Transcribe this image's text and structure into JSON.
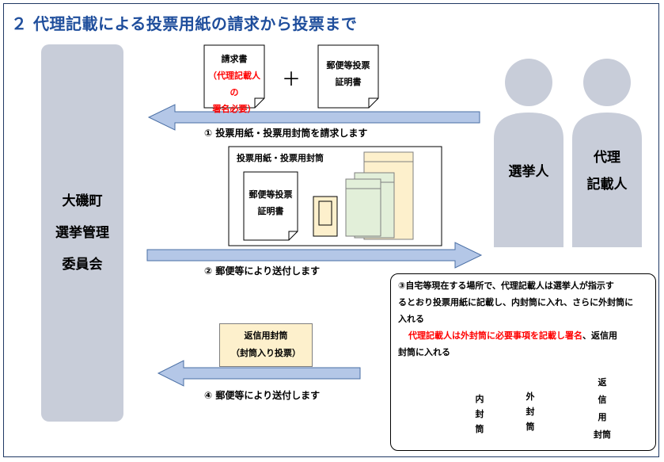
{
  "title": "２  代理記載による投票用紙の請求から投票まで",
  "committee": {
    "line1": "大磯町",
    "line2": "選挙管理",
    "line3": "委員会"
  },
  "request_doc": {
    "line1": "請求書",
    "line2": "（代理記載人の",
    "line3": "署名必要）"
  },
  "plus": "＋",
  "cert_doc": {
    "line1": "郵便等投票",
    "line2": "証明書"
  },
  "voter": "選挙人",
  "proxy": {
    "line1": "代理",
    "line2": "記載人"
  },
  "step1": "①  投票用紙・投票用封筒を請求します",
  "package": {
    "title": "投票用紙・投票用封筒",
    "cert_line1": "郵便等投票",
    "cert_line2": "証明書"
  },
  "step2": "②  郵便等により送付します",
  "return_envelope": {
    "line1": "返信用封筒",
    "line2": "（封筒入り投票）"
  },
  "step4": "④  郵便等により送付します",
  "step3": {
    "line1": "③自宅等現在する場所で、代理記載人は選挙人が指示す",
    "line2": "るとおり投票用紙に記載し、内封筒に入れ、さらに外封筒に",
    "line3": "入れる",
    "red_line": "代理記載人は外封筒に必要事項を記載し署名",
    "after_red": "、返信用",
    "line5": "封筒に入れる"
  },
  "inner_envelope": {
    "c1": "内",
    "c2": "封",
    "c3": "筒"
  },
  "outer_envelope": {
    "c1": "外",
    "c2": "封",
    "c3": "筒"
  },
  "return_env_small": {
    "c1": "返",
    "c2": "信",
    "c3": "用",
    "c4": "封筒"
  },
  "colors": {
    "title": "#1f4e9c",
    "arrow": "#b4c7e7",
    "person": "#c8cdd9",
    "red": "#ff0000",
    "envelope_yellow": "#fdf0cc",
    "envelope_green": "#e2efd9",
    "curve_arrow": "#2e75b6",
    "check": "#00b050"
  }
}
